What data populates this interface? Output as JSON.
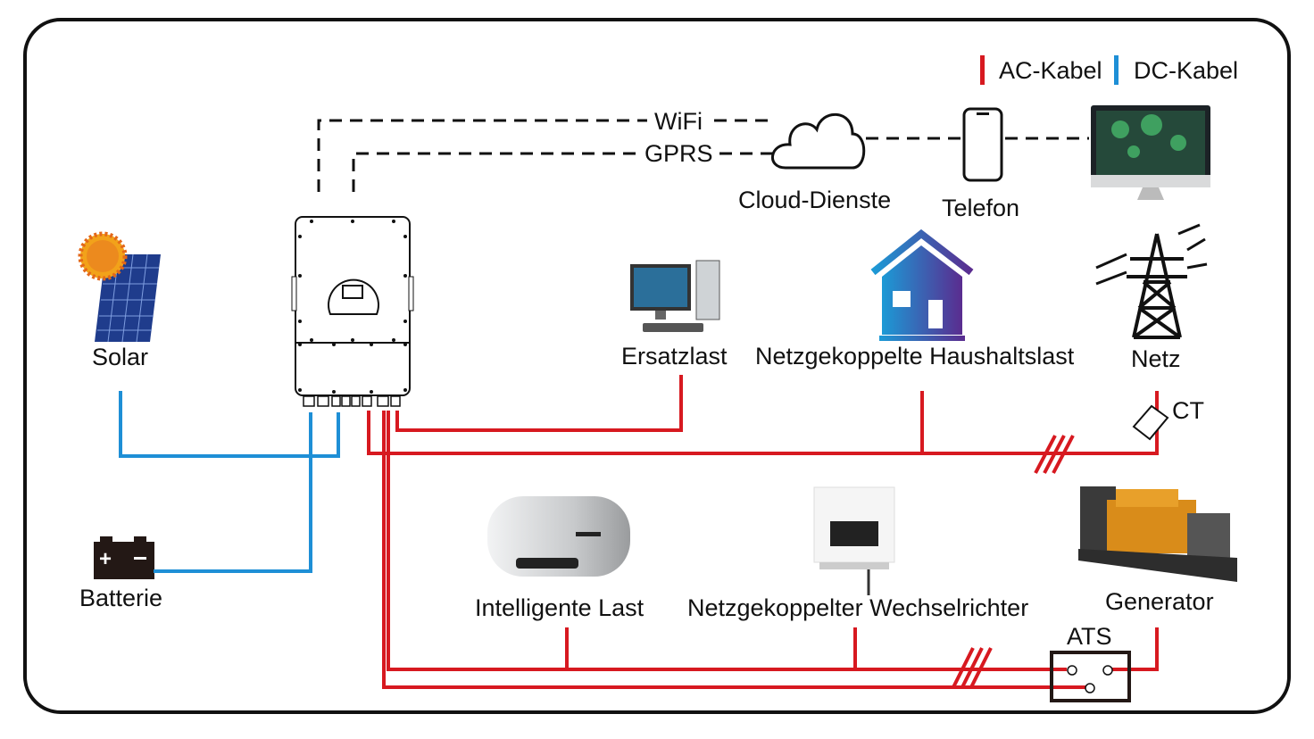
{
  "legend": {
    "ac_label": "AC-Kabel",
    "dc_label": "DC-Kabel",
    "ac_color": "#d71920",
    "dc_color": "#1e8fd6"
  },
  "comm": {
    "wifi": "WiFi",
    "gprs": "GPRS"
  },
  "nodes": {
    "cloud": "Cloud-Dienste",
    "phone": "Telefon",
    "solar": "Solar",
    "battery": "Batterie",
    "backup_load": "Ersatzlast",
    "home_load": "Netzgekoppelte Haushaltslast",
    "grid": "Netz",
    "ct": "CT",
    "smart_load": "Intelligente Last",
    "grid_inverter": "Netzgekoppelter Wechselrichter",
    "generator": "Generator",
    "ats": "ATS"
  }
}
